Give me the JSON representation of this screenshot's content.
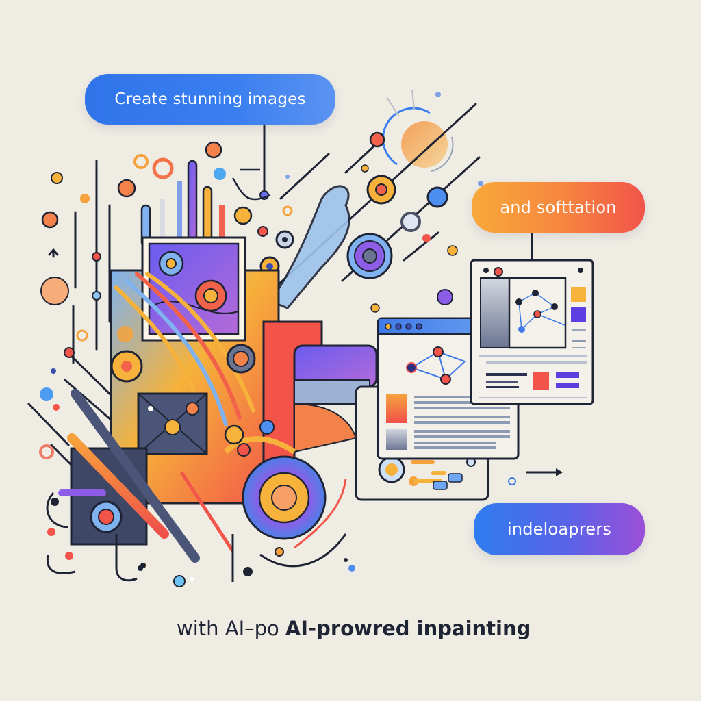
{
  "labels": {
    "create": "Create stunning images",
    "software": "and softtation",
    "developers": "indeloaprers"
  },
  "tagline": {
    "prefix": "with AI–po",
    "emphasis": "AI-prowred inpainting"
  },
  "colors": {
    "background": "#efece4",
    "ink": "#1e2434",
    "blue": "#2f74ea",
    "orange": "#f7883f",
    "red": "#f2544a",
    "purple": "#7b52e0",
    "yellow": "#f6b23a",
    "light_blue": "#8fbff0"
  },
  "icons": {
    "arrow_up": "up-arrow-icon",
    "arrow_right": "right-arrow-icon",
    "node_graph": "node-graph-icon"
  }
}
